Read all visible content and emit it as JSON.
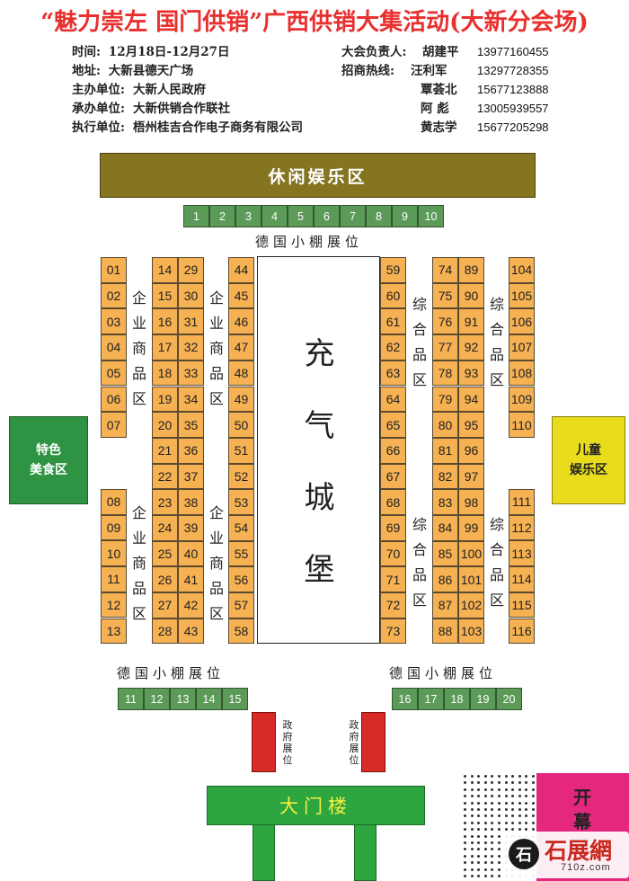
{
  "title": "“魅力崇左 国门供销”广西供销大集活动(大新分会场)",
  "info_left": [
    {
      "label": "时间:",
      "value": "12月18日-12月27日"
    },
    {
      "label": "地址:",
      "value": "大新县德天广场"
    },
    {
      "label": "主办单位:",
      "value": "大新人民政府"
    },
    {
      "label": "承办单位:",
      "value": "大新供销合作联社"
    },
    {
      "label": "执行单位:",
      "value": "梧州桂吉合作电子商务有限公司"
    }
  ],
  "contacts": [
    {
      "role": "大会负责人:",
      "name": "胡建平",
      "phone": "13977160455"
    },
    {
      "role": "招商热线:",
      "name": "汪利军",
      "phone": "13297728355"
    },
    {
      "role": "",
      "name": "覃荟北",
      "phone": "15677123888"
    },
    {
      "role": "",
      "name": "阿  彪",
      "phone": "13005939557"
    },
    {
      "role": "",
      "name": "黄志学",
      "phone": "15677205298"
    }
  ],
  "zones": {
    "leisure": "休闲娱乐区",
    "castle": "充气城堡",
    "food": "特色美食区",
    "kids": "儿童娱乐区",
    "gate": "大门楼",
    "opening": "开幕式",
    "enterprise": "企业商品区",
    "comprehensive": "综合品区",
    "gov": "政府展位",
    "shed": "德国小棚展位"
  },
  "booths": {
    "top_green": [
      "1",
      "2",
      "3",
      "4",
      "5",
      "6",
      "7",
      "8",
      "9",
      "10"
    ],
    "bottom_green_left": [
      "11",
      "12",
      "13",
      "14",
      "15"
    ],
    "bottom_green_right": [
      "16",
      "17",
      "18",
      "19",
      "20"
    ],
    "col_a1": [
      "01",
      "02",
      "03",
      "04",
      "05",
      "06",
      "07"
    ],
    "col_a2": [
      "08",
      "09",
      "10",
      "11",
      "12",
      "13"
    ],
    "col_b": [
      "14",
      "15",
      "16",
      "17",
      "18",
      "19",
      "20",
      "21",
      "22",
      "23",
      "24",
      "25",
      "26",
      "27",
      "28"
    ],
    "col_c": [
      "29",
      "30",
      "31",
      "32",
      "33",
      "34",
      "35",
      "36",
      "37",
      "38",
      "39",
      "40",
      "41",
      "42",
      "43"
    ],
    "col_d": [
      "44",
      "45",
      "46",
      "47",
      "48",
      "49",
      "50",
      "51",
      "52",
      "53",
      "54",
      "55",
      "56",
      "57",
      "58"
    ],
    "col_e": [
      "59",
      "60",
      "61",
      "62",
      "63",
      "64",
      "65",
      "66",
      "67",
      "68",
      "69",
      "70",
      "71",
      "72",
      "73"
    ],
    "col_f": [
      "74",
      "75",
      "76",
      "77",
      "78",
      "79",
      "80",
      "81",
      "82",
      "83",
      "84",
      "85",
      "86",
      "87",
      "88"
    ],
    "col_g": [
      "89",
      "90",
      "91",
      "92",
      "93",
      "94",
      "95",
      "96",
      "97",
      "98",
      "99",
      "100",
      "101",
      "102",
      "103"
    ],
    "col_h1": [
      "104",
      "105",
      "106",
      "107",
      "108",
      "109",
      "110"
    ],
    "col_h2": [
      "111",
      "112",
      "113",
      "114",
      "115",
      "116"
    ]
  },
  "watermark": {
    "brand": "石展網",
    "site": "710z.com"
  },
  "colors": {
    "title_red": "#e8302f",
    "booth_orange": "#f6b152",
    "booth_green": "#5c9a58",
    "olive": "#857420",
    "food_green": "#2e9444",
    "kids_yellow": "#e8dc1c",
    "gate_green": "#2ea640",
    "opening_pink": "#e5277d",
    "gov_red": "#d62b26"
  }
}
